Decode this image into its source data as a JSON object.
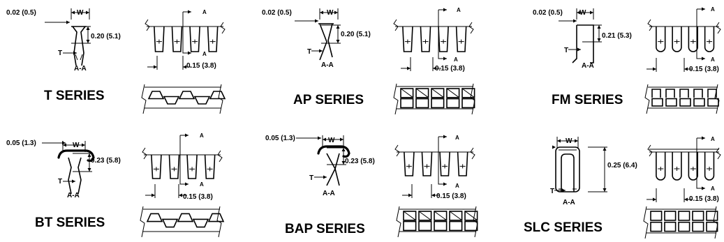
{
  "series": [
    {
      "id": "t",
      "name": "T SERIES",
      "section": "A-A",
      "thickness_top": "0.02 (0.5)",
      "height": "0.20 (5.1)",
      "width": "W",
      "t": "T",
      "pitch": "0.15 (3.8)",
      "section_mark": "A"
    },
    {
      "id": "ap",
      "name": "AP SERIES",
      "section": "A-A",
      "thickness_top": "0.02 (0.5)",
      "height": "0.20 (5.1)",
      "width": "W",
      "t": "T",
      "pitch": "0.15 (3.8)",
      "section_mark": "A"
    },
    {
      "id": "fm",
      "name": "FM SERIES",
      "section": "A-A",
      "thickness_top": "0.02 (0.5)",
      "height": "0.21 (5.3)",
      "width": "W",
      "t": "T",
      "pitch": "0.15 (3.8)",
      "section_mark": "A"
    },
    {
      "id": "bt",
      "name": "BT SERIES",
      "section": "A-A",
      "thickness_top": "0.05 (1.3)",
      "height": "0.23 (5.8)",
      "width": "W",
      "t": "T",
      "pitch": "0.15 (3.8)",
      "section_mark": "A"
    },
    {
      "id": "bap",
      "name": "BAP SERIES",
      "section": "A-A",
      "thickness_top": "0.05 (1.3)",
      "height": "0.23 (5.8)",
      "width": "W",
      "t": "T",
      "pitch": "0.15 (3.8)",
      "section_mark": "A"
    },
    {
      "id": "slc",
      "name": "SLC SERIES",
      "section": "A-A",
      "height": "0.25 (6.4)",
      "width": "W",
      "t": "T",
      "pitch": "0.15 (3.8)",
      "section_mark": "A"
    }
  ]
}
